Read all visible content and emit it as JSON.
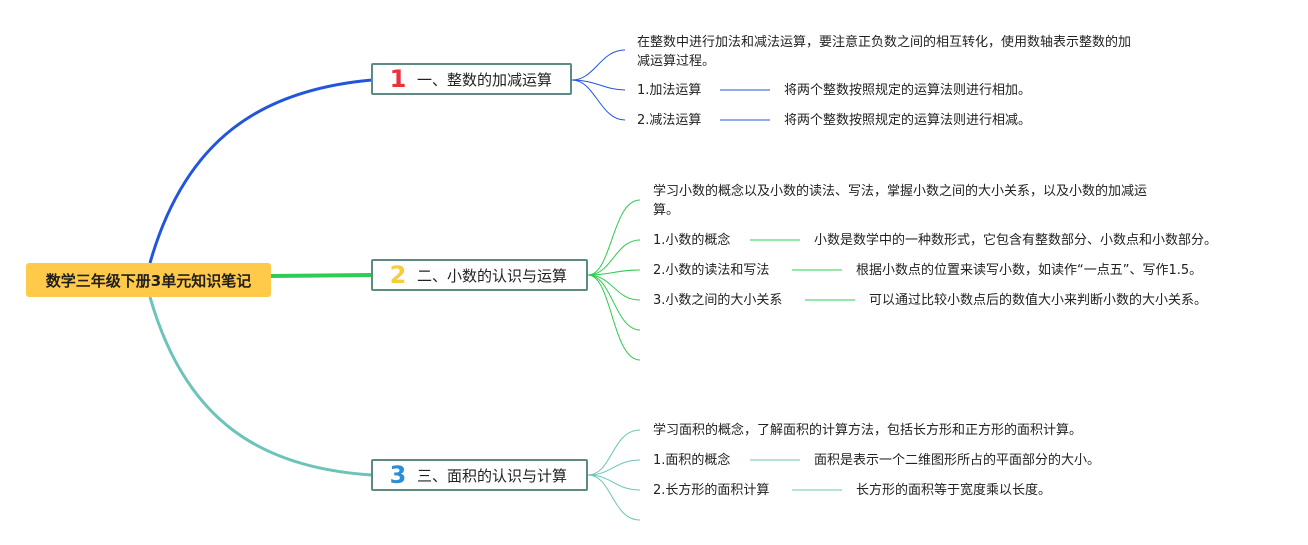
{
  "root": {
    "label": "数学三年级下册3单元知识笔记"
  },
  "colors": {
    "root_fill": "#ffc94a",
    "branch_1": "#2255dd",
    "branch_2": "#2ecc52",
    "branch_3": "#6cc4b8",
    "badge_1": "#e8323c",
    "badge_2": "#f5cf3a",
    "badge_3": "#2a8fd6",
    "topic_border": "#5d8a82"
  },
  "topics": [
    {
      "badge": "1",
      "label": "一、整数的加减运算",
      "summary": "在整数中进行加法和减法运算，要注意正负数之间的相互转化，使用数轴表示整数的加减运算过程。",
      "items": [
        {
          "name": "1.加法运算",
          "desc": "将两个整数按照规定的运算法则进行相加。"
        },
        {
          "name": "2.减法运算",
          "desc": "将两个整数按照规定的运算法则进行相减。"
        }
      ]
    },
    {
      "badge": "2",
      "label": "二、小数的认识与运算",
      "summary": "学习小数的概念以及小数的读法、写法，掌握小数之间的大小关系，以及小数的加减运算。",
      "items": [
        {
          "name": "1.小数的概念",
          "desc": "小数是数学中的一种数形式，它包含有整数部分、小数点和小数部分。"
        },
        {
          "name": "2.小数的读法和写法",
          "desc": "根据小数点的位置来读写小数，如读作“一点五”、写作1.5。"
        },
        {
          "name": "3.小数之间的大小关系",
          "desc": "可以通过比较小数点后的数值大小来判断小数的大小关系。"
        }
      ]
    },
    {
      "badge": "3",
      "label": "三、面积的认识与计算",
      "summary": "学习面积的概念，了解面积的计算方法，包括长方形和正方形的面积计算。",
      "items": [
        {
          "name": "1.面积的概念",
          "desc": "面积是表示一个二维图形所占的平面部分的大小。"
        },
        {
          "name": "2.长方形的面积计算",
          "desc": "长方形的面积等于宽度乘以长度。"
        }
      ]
    }
  ]
}
